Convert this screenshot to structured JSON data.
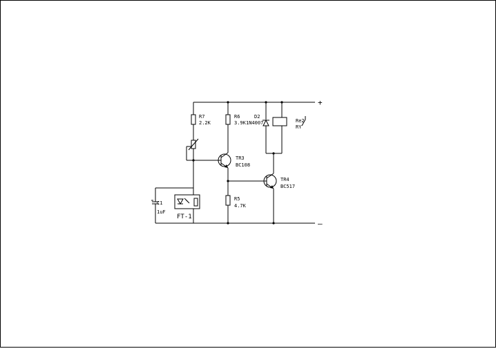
{
  "schematic": {
    "power": {
      "positive": "+",
      "negative": "–"
    },
    "components": {
      "r7": {
        "ref": "R7",
        "value": "2.2K"
      },
      "r6": {
        "ref": "R6",
        "value": "3.9K"
      },
      "d2": {
        "ref": "D2",
        "value": "1N4007"
      },
      "re2": {
        "ref": "Re2",
        "value": "RY"
      },
      "tr3": {
        "ref": "TR3",
        "value": "BC108"
      },
      "tr4": {
        "ref": "TR4",
        "value": "BC517"
      },
      "r5": {
        "ref": "R5",
        "value": "4.7K"
      },
      "c1": {
        "ref": "C1",
        "value": "1uF"
      },
      "ft1": {
        "ref": "FT-1"
      }
    }
  }
}
